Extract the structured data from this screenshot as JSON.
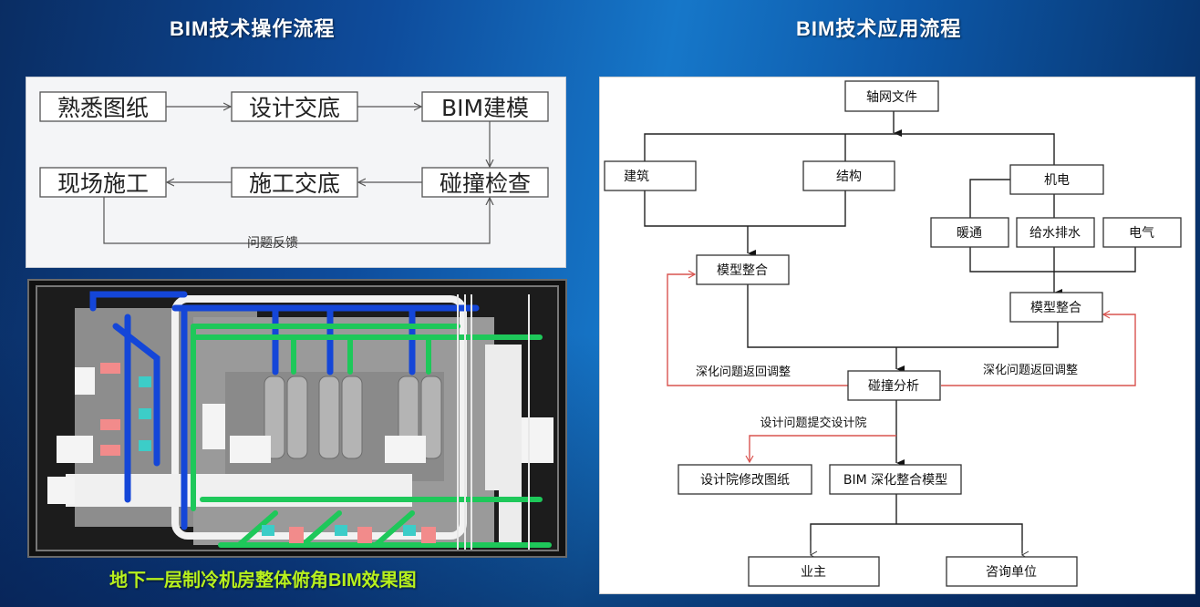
{
  "left": {
    "title": "BIM技术操作流程",
    "ops_flow": {
      "steps": [
        "熟悉图纸",
        "设计交底",
        "BIM建模",
        "碰撞检查",
        "施工交底",
        "现场施工"
      ],
      "feedback_label": "问题反馈"
    },
    "render": {
      "description": "BIM 3D render of chiller plant room (top-down view)",
      "caption": "地下一层制冷机房整体俯角BIM效果图"
    }
  },
  "right": {
    "title": "BIM技术应用流程",
    "app_flow": {
      "root": "轴网文件",
      "arch": "建筑",
      "struct": "结构",
      "mep": "机电",
      "hvac": "暖通",
      "plumbing": "给水排水",
      "electrical": "电气",
      "merge_left": "模型整合",
      "merge_right": "模型整合",
      "clash": "碰撞分析",
      "feedback_left": "深化问题返回调整",
      "feedback_right": "深化问题返回调整",
      "submit_label": "设计问题提交设计院",
      "design_revise": "设计院修改图纸",
      "bim_model": "BIM 深化整合模型",
      "owner": "业主",
      "consultant": "咨询单位"
    }
  },
  "colors": {
    "title_text": "#ffffff",
    "caption_text": "#b7f01e",
    "feedback_line": "#d9534f",
    "node_border": "#333333"
  }
}
